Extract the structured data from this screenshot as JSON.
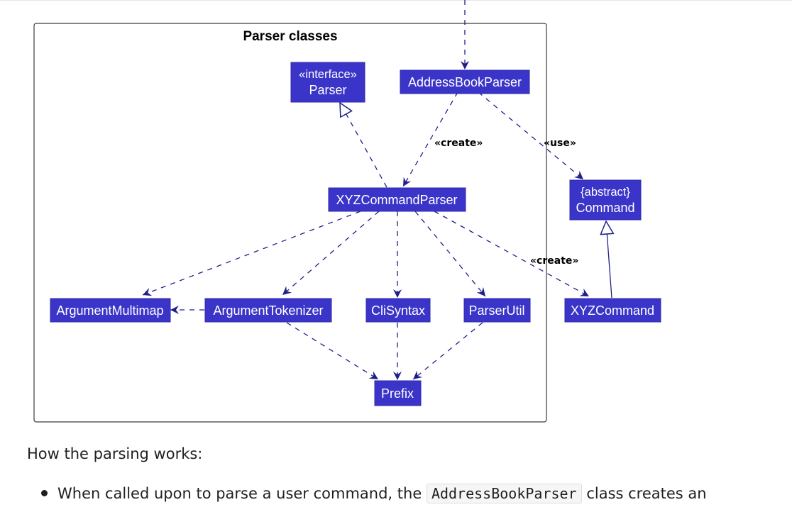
{
  "diagram": {
    "package_title": "Parser classes",
    "classes": {
      "parser_interface": {
        "stereotype": "«interface»",
        "name": "Parser"
      },
      "address_book_parser": {
        "name": "AddressBookParser"
      },
      "xyz_command_parser": {
        "name": "XYZCommandParser"
      },
      "abstract_command": {
        "stereotype": "{abstract}",
        "name": "Command"
      },
      "argument_multimap": {
        "name": "ArgumentMultimap"
      },
      "argument_tokenizer": {
        "name": "ArgumentTokenizer"
      },
      "cli_syntax": {
        "name": "CliSyntax"
      },
      "parser_util": {
        "name": "ParserUtil"
      },
      "xyz_command": {
        "name": "XYZCommand"
      },
      "prefix": {
        "name": "Prefix"
      }
    },
    "edge_labels": {
      "create_parser": "«create»",
      "use": "«use»",
      "create_command": "«create»"
    },
    "colors": {
      "class_fill": "#3a35c8",
      "edge": "#1f1f8a"
    }
  },
  "text": {
    "heading": "How the parsing works:",
    "bullet_before": "When called upon to parse a user command, the",
    "bullet_code": "AddressBookParser",
    "bullet_after": "class creates an"
  }
}
